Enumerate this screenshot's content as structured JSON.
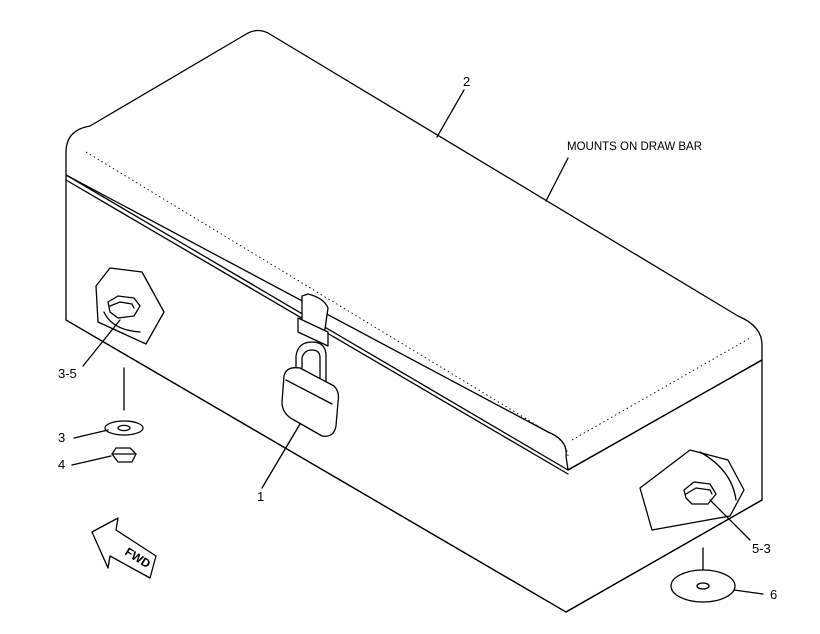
{
  "labels": {
    "top_cover": "2",
    "mount_note": "MOUNTS ON  DRAW BAR",
    "left_bolt": "3-5",
    "left_washer": "3",
    "left_nut": "4",
    "padlock": "1",
    "right_bolt": "5-3",
    "right_washer": "6",
    "fwd_arrow": "FWD"
  }
}
